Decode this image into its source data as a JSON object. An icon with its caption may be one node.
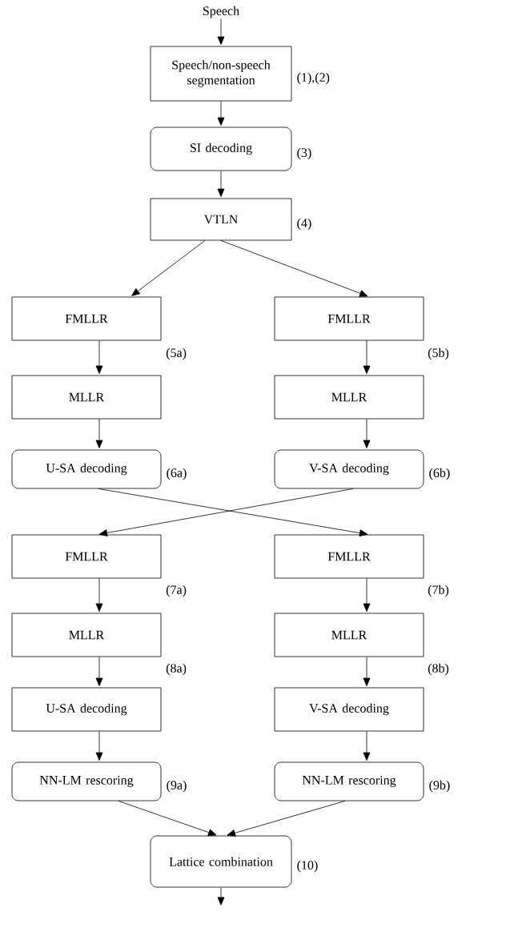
{
  "diagram": {
    "nodes": [
      {
        "text": [
          "Speech"
        ]
      },
      {
        "text": [
          "Speech/non-speech segmentation"
        ],
        "beside": [
          "(1),(2)"
        ]
      },
      {
        "text": [
          "SI decoding"
        ],
        "beside": [
          "(3)"
        ]
      },
      {
        "text": [
          "VTLN"
        ],
        "beside": [
          "(4)"
        ]
      },
      {
        "text": [
          "FMLLR"
        ]
      },
      {
        "text": [
          "FMLLR"
        ]
      },
      {
        "text": [
          "MLLR"
        ]
      },
      {
        "text": [
          "MLLR"
        ]
      },
      {
        "text": [
          "U-SA decoding"
        ],
        "beside": [
          "(6a)"
        ]
      },
      {
        "text": [
          "V-SA decoding"
        ],
        "beside": [
          "(6b)"
        ]
      },
      {
        "text": [
          "FMLLR"
        ]
      },
      {
        "text": [
          "FMLLR"
        ]
      },
      {
        "text": [
          "MLLR"
        ]
      },
      {
        "text": [
          "MLLR"
        ]
      },
      {
        "text": [
          "U-SA decoding"
        ]
      },
      {
        "text": [
          "V-SA decoding"
        ]
      },
      {
        "text": [
          "NN-LM rescoring"
        ],
        "beside": [
          "(9a)"
        ]
      },
      {
        "text": [
          "NN-LM rescoring"
        ],
        "beside": [
          "(9b)"
        ]
      },
      {
        "text": [
          "Lattice combination"
        ],
        "beside": [
          "(10)"
        ]
      }
    ],
    "edges": [
      {
        "from": 0,
        "to": 1,
        "arrow": "to"
      },
      {
        "from": 1,
        "to": 2,
        "arrow": "to"
      },
      {
        "from": 2,
        "to": 3,
        "arrow": "to"
      },
      {
        "from": 3,
        "to": 4,
        "arrow": "to"
      },
      {
        "from": 3,
        "to": 5,
        "arrow": "to"
      },
      {
        "from": 4,
        "to": 6,
        "arrow": "to"
      },
      {
        "from": 5,
        "to": 7,
        "arrow": "to"
      },
      {
        "from": 6,
        "to": 8,
        "arrow": "to"
      },
      {
        "from": 7,
        "to": 9,
        "arrow": "to"
      },
      {
        "from": 8,
        "to": 11,
        "arrow": "to"
      },
      {
        "from": 9,
        "to": 10,
        "arrow": "to"
      },
      {
        "from": 10,
        "to": 12,
        "arrow": "to"
      },
      {
        "from": 11,
        "to": 13,
        "arrow": "to"
      },
      {
        "from": 12,
        "to": 14,
        "arrow": "to"
      },
      {
        "from": 13,
        "to": 15,
        "arrow": "to"
      },
      {
        "from": 14,
        "to": 16,
        "arrow": "to"
      },
      {
        "from": 15,
        "to": 17,
        "arrow": "to"
      },
      {
        "from": 16,
        "to": 18,
        "arrow": "to"
      },
      {
        "from": 17,
        "to": 18,
        "arrow": "to"
      },
      {
        "from": 18,
        "to": null,
        "arrow": "to"
      }
    ],
    "labels": [
      "(5a)",
      "(5b)",
      "(7a)",
      "(7b)",
      "(8a)",
      "(8b)"
    ]
  }
}
